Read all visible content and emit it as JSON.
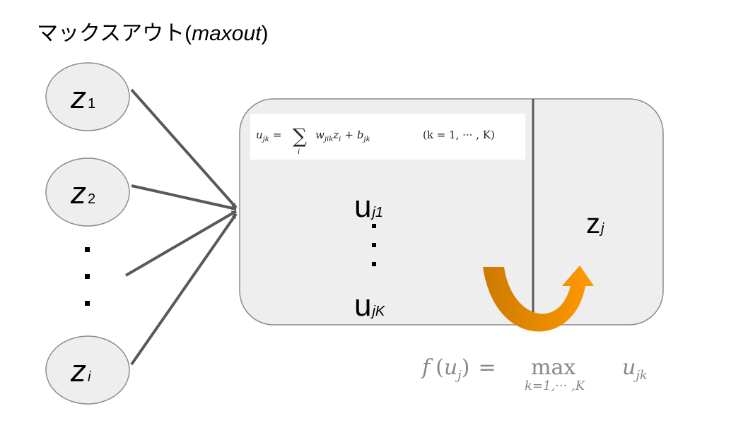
{
  "title": {
    "prefix": "マックスアウト(",
    "italic": "maxout",
    "suffix": ")"
  },
  "inputs": [
    {
      "var": "z",
      "sub": "1"
    },
    {
      "var": "z",
      "sub": "2"
    },
    {
      "var": "z",
      "sub": "i"
    }
  ],
  "unit": {
    "u_var": "u",
    "u_first_sub": "j1",
    "u_last_sub": "jK",
    "output_var": "z",
    "output_sub": "j"
  },
  "formulas": {
    "pre_activation": {
      "lhs": "u",
      "lhs_sub": "jk",
      "eq": "=",
      "sum": "∑",
      "sum_index": "i",
      "w": "w",
      "w_sub": "jik",
      "z": "z",
      "z_sub": "i",
      "plus": "+",
      "b": "b",
      "b_sub": "jk",
      "range": "(k = 1, ··· , K)"
    },
    "activation": {
      "f": "f",
      "open": "(",
      "u": "u",
      "u_sub": "j",
      "close": ")",
      "eq": "=",
      "max": "max",
      "max_sub": "k=1,··· ,K",
      "rhs": "u",
      "rhs_sub": "jk"
    }
  },
  "colors": {
    "node_fill": "#eeeeee",
    "node_stroke": "#8c8c8c",
    "edge": "#595959",
    "arrow_dark": "#cc7a00",
    "arrow_light": "#ff9900",
    "formula_text": "#888888"
  }
}
